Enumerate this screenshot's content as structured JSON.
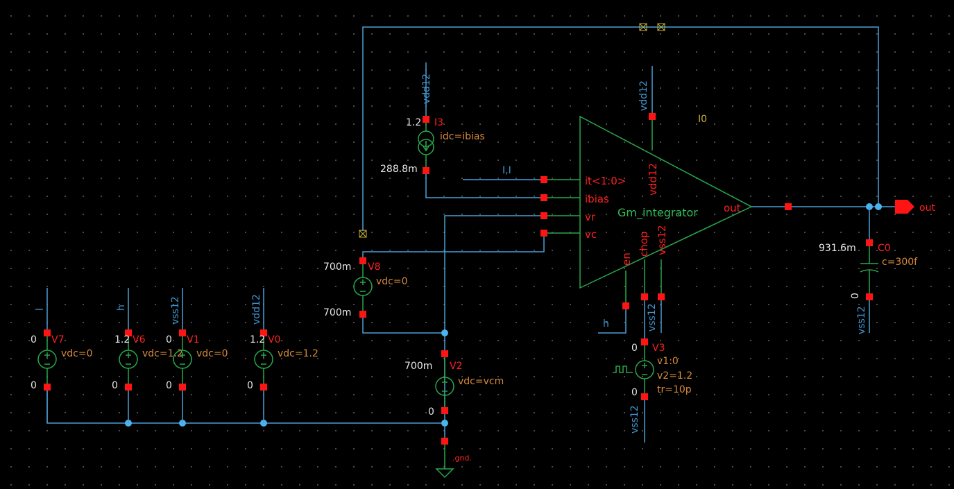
{
  "colors": {
    "wire": "#4a9fd6",
    "symbol": "#27a84a",
    "pin": "#ff1414",
    "param": "#d98a3a",
    "net_label": "#3f95cf"
  },
  "gm": {
    "cell": "Gm_integrator",
    "instance": "I0",
    "pins": {
      "it": "it<1:0>",
      "ibias": "ibias",
      "vr": "vr",
      "vc": "vc",
      "out": "out",
      "vdd": "vdd12",
      "en": "en",
      "chop": "chop",
      "vss": "vss12"
    },
    "vdd_net": "vdd12"
  },
  "i3": {
    "instance": "I3",
    "param": "idc=ibias",
    "top": "1.2",
    "bottom": "288.8m",
    "net": "vdd12"
  },
  "it_net": "I,I",
  "v8": {
    "instance": "V8",
    "param": "vdc=0",
    "top": "700m",
    "bottom": "700m"
  },
  "v2": {
    "instance": "V2",
    "param": "vdc=vcm",
    "top": "700m",
    "bottom": "0"
  },
  "gnd": ".gnd.",
  "sources": [
    {
      "instance": "V7",
      "param": "vdc=0",
      "top": "0",
      "bottom": "0",
      "net": "l"
    },
    {
      "instance": "V6",
      "param": "vdc=1.2",
      "top": "1.2",
      "bottom": "0",
      "net": "h"
    },
    {
      "instance": "V1",
      "param": "vdc=0",
      "top": "0",
      "bottom": "0",
      "net": "vss12"
    },
    {
      "instance": "V0",
      "param": "vdc=1.2",
      "top": "1.2",
      "bottom": "0",
      "net": "vdd12"
    }
  ],
  "v3": {
    "instance": "V3",
    "v1": "v1:0",
    "v2": "v2=1.2",
    "tr": "tr=10p",
    "top": "0",
    "bottom": "0",
    "net_top": "vss12",
    "net_bottom": "vss12"
  },
  "en_net": "h",
  "c0": {
    "instance": "C0",
    "param": "c=300f",
    "top": "931.6m",
    "bottom": "0",
    "net": "vss12"
  },
  "out_pin": "out"
}
